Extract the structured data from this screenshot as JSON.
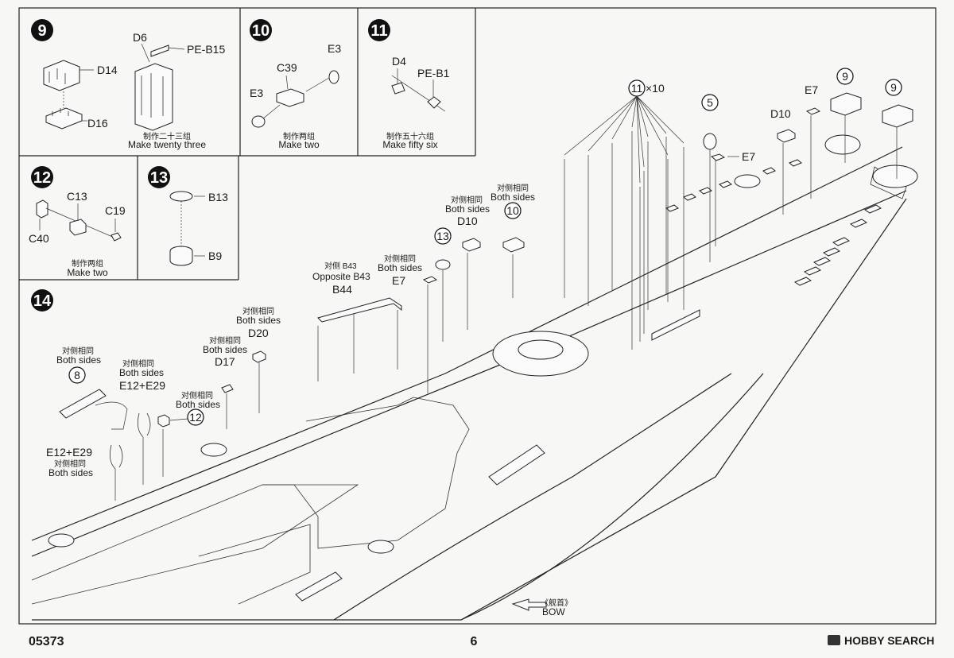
{
  "page_number": "6",
  "product_code": "05373",
  "watermark": "HOBBY SEARCH",
  "steps": {
    "s9": {
      "num": "9",
      "labels": [
        "D6",
        "PE-B15",
        "D14",
        "D16"
      ],
      "cn": "制作二十三组",
      "en": "Make twenty three"
    },
    "s10": {
      "num": "10",
      "labels": [
        "E3",
        "C39",
        "E3"
      ],
      "cn": "制作两组",
      "en": "Make two"
    },
    "s11": {
      "num": "11",
      "labels": [
        "D4",
        "PE-B1"
      ],
      "cn": "制作五十六组",
      "en": "Make fifty six"
    },
    "s12": {
      "num": "12",
      "labels": [
        "C13",
        "C19",
        "C40"
      ],
      "cn": "制作两组",
      "en": "Make two"
    },
    "s13": {
      "num": "13",
      "labels": [
        "B13",
        "B9"
      ]
    },
    "s14": {
      "num": "14"
    }
  },
  "main": {
    "ref11x10": {
      "num": "11",
      "suffix": "×10"
    },
    "ref5": "5",
    "ref9a": "9",
    "ref9b": "9",
    "ref13": "13",
    "ref10": "10",
    "ref8": "8",
    "ref12": "12",
    "both_cn": "对侧相同",
    "both_en": "Both sides",
    "opposite_cn": "对侧 B43",
    "opposite_en": "Opposite B43",
    "parts": {
      "E7_top": "E7",
      "D10_top": "D10",
      "E7_mid": "E7",
      "D10_mid": "D10",
      "E7_left": "E7",
      "B44": "B44",
      "D20": "D20",
      "D17": "D17",
      "E12E29_a": "E12+E29",
      "E12E29_b": "E12+E29"
    },
    "bow_cn": "《舰首》",
    "bow_en": "BOW"
  }
}
